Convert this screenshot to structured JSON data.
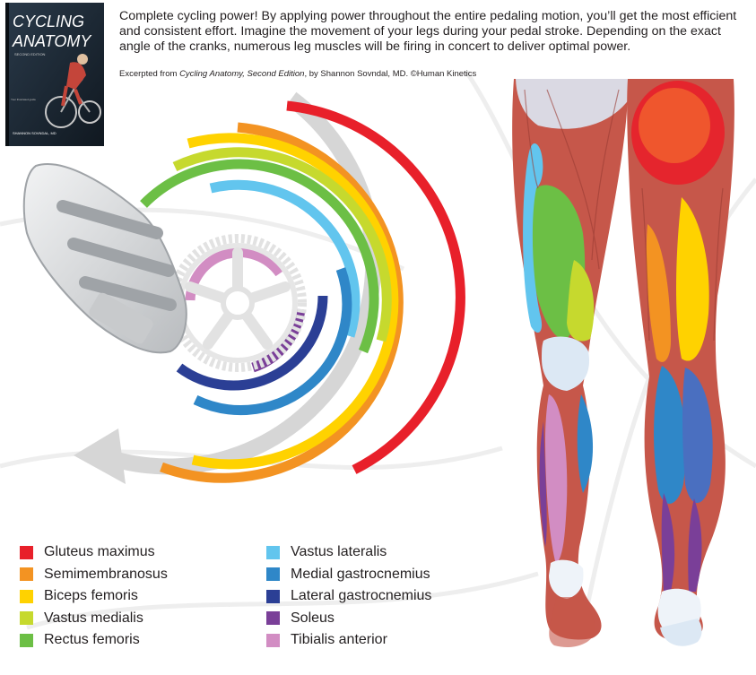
{
  "intro": {
    "text": "Complete cycling power! By applying power throughout the entire pedaling motion, you’ll get the most efficient and consistent effort. Imagine the movement of your legs during your pedal stroke. Depending on the exact angle of the cranks, numerous leg muscles will be firing in concert to deliver optimal power."
  },
  "credit": {
    "prefix": "Excerpted from ",
    "book_title": "Cycling Anatomy, Second Edition",
    "suffix": ", by Shannon Sovndal, MD. ©Human Kinetics"
  },
  "book": {
    "title_line1": "CYCLING",
    "title_line2": "ANATOMY",
    "edition": "SECOND EDITION",
    "author": "SHANNON SOVNDAL, MD"
  },
  "legend": [
    {
      "label": "Gluteus maximus",
      "color": "#e8202a"
    },
    {
      "label": "Semimembranosus",
      "color": "#f39322"
    },
    {
      "label": "Biceps femoris",
      "color": "#ffd200"
    },
    {
      "label": "Vastus medialis",
      "color": "#c6d92e"
    },
    {
      "label": "Rectus femoris",
      "color": "#6cbf45"
    },
    {
      "label": "Vastus lateralis",
      "color": "#62c5ee"
    },
    {
      "label": "Medial gastrocnemius",
      "color": "#2f87c8"
    },
    {
      "label": "Lateral gastrocnemius",
      "color": "#2b3f95"
    },
    {
      "label": "Soleus",
      "color": "#7a3f98"
    },
    {
      "label": "Tibialis anterior",
      "color": "#d28dc3"
    }
  ],
  "colors": {
    "arrow": "#d6d6d6",
    "bone": "#dce8f4",
    "muscle_base": "#c6574a",
    "tendon": "#eef3f9",
    "chainring": "#e2e2e2",
    "shoe": "#d8dadc",
    "text": "#231f20"
  }
}
